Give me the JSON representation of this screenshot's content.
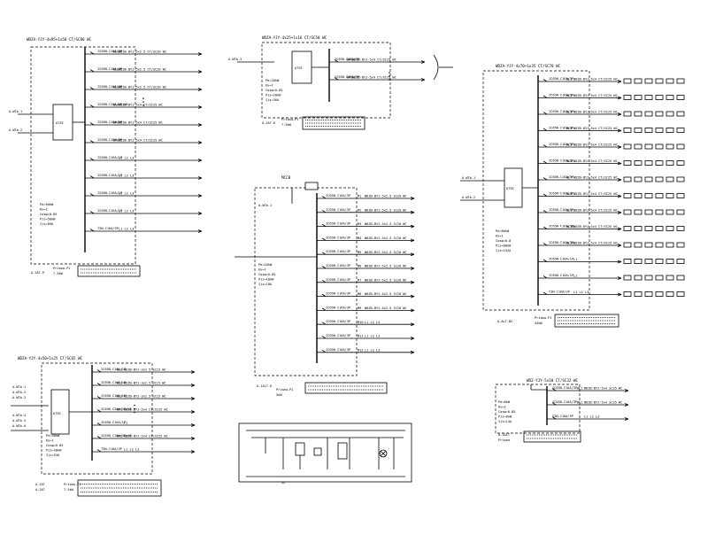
{
  "panels": [
    {
      "id": "p1",
      "header": "WDZA-YJY-4x95+1x50 CT/SC80 WC",
      "incoming": [
        "A-WTb-1",
        "A-WTb-2"
      ],
      "breaker_label": "ATSE",
      "params": [
        "Pe=50kW",
        "Kx=1",
        "Cosφ=0.85",
        "Pjs=50kW",
        "Ijs=89A"
      ],
      "footer": [
        "A-1AT-P",
        "Prisma-P1",
        "7.5kW"
      ],
      "note_rows": 2,
      "feeders": [
        {
          "breaker": "IC65N-C16A/3P",
          "code": "WL1",
          "cable": "WDZB-BYJ-5x2.5 CT/SC20 WC"
        },
        {
          "breaker": "IC65N-C16A/3P",
          "code": "WL2",
          "cable": "WDZB-BYJ-5x2.5 CT/SC20 WC"
        },
        {
          "breaker": "IC65N-C16A/3P",
          "code": "WL3",
          "cable": "WDZB-BYJ-5x2.5 CT/SC20 WC"
        },
        {
          "breaker": "IC65N-C20A/3P+VE",
          "code": "WL4",
          "cable": "WDZB-BYJ-5x4 CT/SC25 WC"
        },
        {
          "breaker": "IC65N-C16A/3P",
          "code": "WP1",
          "cable": "WDZB-BYJ-5x4 CT/SC25 WC"
        },
        {
          "breaker": "IC65N-C16A/3P",
          "code": "WP2",
          "cable": "WDZB-BYJ-5x4 CT/SC25 WC"
        },
        {
          "breaker": "IC65N-C16A/1P",
          "code": "",
          "cable": "L1 L2 L3"
        },
        {
          "breaker": "IC65N-C16A/1P",
          "code": "",
          "cable": "L1 L2 L3"
        },
        {
          "breaker": "IC65N-C16A/1P",
          "code": "",
          "cable": "L1 L2 L3"
        },
        {
          "breaker": "IC65N-C16A/1P",
          "code": "",
          "cable": "L1 L2 L3"
        },
        {
          "breaker": "T3N-C16A/3P",
          "code": "",
          "cable": "L1 L2 L3"
        }
      ]
    },
    {
      "id": "p2",
      "header": "WDZA-YJY-4x25+1x16 CT/SC50 WC",
      "incoming": [
        "A-WTb-3"
      ],
      "breaker_label": "ATSE",
      "params": [
        "Pe=20kW",
        "Kx=1",
        "Cosφ=0.85",
        "Pjs=20kW",
        "Ijs=36A"
      ],
      "footer": [
        "A-1AT-K",
        "Prisma-P1",
        "7.5kW"
      ],
      "note_rows": 3,
      "feeders": [
        {
          "breaker": "IC65N-C16A/3P",
          "code": "WP1",
          "cable": "WDZB-BYJ-5x4 CT/SC25 WC"
        },
        {
          "breaker": "IC65N-C16A/3P",
          "code": "WP2",
          "cable": "WDZB-BYJ-5x4 CT/SC25 WC"
        }
      ]
    },
    {
      "id": "p3",
      "header": "WDZA-YJY-4x70+1x35 CT/SC70 WC",
      "incoming": [
        "A-WTb-1",
        "A-WTb-2"
      ],
      "breaker_label": "ATSE",
      "params": [
        "Pe=80kW",
        "Kx=1",
        "Cosφ=0.8",
        "Pjs=80kW",
        "Ijs=152A"
      ],
      "footer": [
        "A-ALT-B2",
        "Prisma-P1",
        "44kW"
      ],
      "note_rows": 3,
      "feeders": [
        {
          "breaker": "IC65N-C16A/3P",
          "code": "WL1",
          "cable": "WDZB-BYJ-5x4 CT/SC25 WC"
        },
        {
          "breaker": "IC65N-C16A/3P",
          "code": "WL2",
          "cable": "WDZB-BYJ-5x4 CT/SC25 WC"
        },
        {
          "breaker": "IC65N-C16A/3P",
          "code": "WL3",
          "cable": "WDZB-BYJ-5x4 CT/SC25 WC"
        },
        {
          "breaker": "IC65N-C16A/3P",
          "code": "WL4",
          "cable": "WDZB-BYJ-5x4 CT/SC25 WC"
        },
        {
          "breaker": "IC65N-C16A/3P",
          "code": "WL5",
          "cable": "WDZB-BYJ-5x4 CT/SC25 WC"
        },
        {
          "breaker": "IC65N-C16A/3P",
          "code": "WL6",
          "cable": "WDZB-BYJ-5x4 CT/SC25 WC"
        },
        {
          "breaker": "IC65N-C16A/3P",
          "code": "WL7",
          "cable": "WDZB-BYJ-5x4 CT/SC25 WC"
        },
        {
          "breaker": "IC65N-C16A/3P",
          "code": "WL8",
          "cable": "WDZB-BYJ-5x4 CT/SC25 WC"
        },
        {
          "breaker": "IC65N-C16A/3P",
          "code": "WL9",
          "cable": "WDZB-BYJ-5x4 CT/SC25 WC"
        },
        {
          "breaker": "IC65N-C16A/3P",
          "code": "WL10",
          "cable": "WDZB-BYJ-5x4 CT/SC25 WC"
        },
        {
          "breaker": "IC65N-C16A/3P",
          "code": "WL11",
          "cable": "WDZB-BYJ-5x4 CT/SC25 WC"
        },
        {
          "breaker": "IC65N-C16A/1P",
          "code": "",
          "cable": "L1"
        },
        {
          "breaker": "IC65N-C16A/1P",
          "code": "",
          "cable": "L1"
        },
        {
          "breaker": "T3N-C16A/3P",
          "code": "",
          "cable": "L1 L2 L3"
        }
      ]
    },
    {
      "id": "p4",
      "header": "WDZA-YJY-4x50+1x25 CT/SC65 WC",
      "incoming": [
        "A-WTb-1",
        "A-WTb-2",
        "A-WTb-3",
        "A-WTb-4",
        "A-WTb-5",
        "A-WTb-6"
      ],
      "breaker_label": "ATSE",
      "params": [
        "Pe=30kW",
        "Kx=1",
        "Cosφ=0.85",
        "Pjs=30kW",
        "Ijs=53A"
      ],
      "footer": [
        "A-1AT",
        "A-2AT",
        "Prisma-P1",
        "7.5kW"
      ],
      "note_rows": 3,
      "feeders": [
        {
          "breaker": "IC65N-C16A/1P",
          "code": "WL1",
          "cable": "WDZB-BYJ-3x2.5 SC15 WC"
        },
        {
          "breaker": "IC65N-C16A/1P",
          "code": "WL2",
          "cable": "WDZB-BYJ-3x2.5 SC15 WC"
        },
        {
          "breaker": "IC65N-C16A/1P",
          "code": "WL3",
          "cable": "WDZB-BYJ-3x2.5 SC15 WC"
        },
        {
          "breaker": "IC65N-C20A/3P+VE",
          "code": "WP1",
          "cable": "WDZB-BYJ-5x4 CT/SC25 WC"
        },
        {
          "breaker": "IC65N-C16A/1P",
          "code": "",
          "cable": "L1"
        },
        {
          "breaker": "IC65N-C16A/3P+VE",
          "code": "WP2",
          "cable": "WDZB-BYJ-5x4 CT/SC25 WC"
        },
        {
          "breaker": "T3N-C16A/3P",
          "code": "",
          "cable": "L1 L2 L3"
        }
      ]
    },
    {
      "id": "p5",
      "header": "MCCB",
      "incoming": [
        "A-WTb-1"
      ],
      "breaker_label": "",
      "params": [
        "Pe=10kW",
        "Kx=1",
        "Cosφ=0.85",
        "Pjs=10kW",
        "Ijs=18A"
      ],
      "footer": [
        "A-1ALT-K",
        "Prisma-P1",
        "5kW"
      ],
      "note_rows": 2,
      "feeders": [
        {
          "breaker": "IC65N-C16A/3P",
          "code": "M1",
          "cable": "WDZB-BYJ-5x2.5 SC20 WC"
        },
        {
          "breaker": "IC65N-C16A/3P",
          "code": "M2",
          "cable": "WDZB-BYJ-5x2.5 SC20 WC"
        },
        {
          "breaker": "IC65N-C16A/3P",
          "code": "M3",
          "cable": "WDZB-BYJ-5x2.5 SC20 WC"
        },
        {
          "breaker": "IC65N-C16A/3P",
          "code": "M4",
          "cable": "WDZB-BYJ-5x2.5 SC20 WC"
        },
        {
          "breaker": "IC65N-C16A/3P",
          "code": "M5",
          "cable": "WDZB-BYJ-5x2.5 SC20 WC"
        },
        {
          "breaker": "IC65N-C16A/3P",
          "code": "M6",
          "cable": "WDZB-BYJ-5x2.5 SC20 WC"
        },
        {
          "breaker": "IC65N-C16A/3P",
          "code": "M7",
          "cable": "WDZB-BYJ-5x2.5 SC20 WC"
        },
        {
          "breaker": "IC65N-C16A/3P",
          "code": "M8",
          "cable": "WDZB-BYJ-5x2.5 SC20 WC"
        },
        {
          "breaker": "IC65N-C16A/3P",
          "code": "M9",
          "cable": "WDZB-BYJ-5x2.5 SC20 WC"
        },
        {
          "breaker": "IC65N-C16A/3P",
          "code": "M10",
          "cable": "L1 L2 L3"
        },
        {
          "breaker": "IC65N-C16A/3P",
          "code": "M11",
          "cable": "L1 L2 L3"
        },
        {
          "breaker": "IC65N-C16A/3P",
          "code": "M12",
          "cable": "L1 L2 L3"
        }
      ]
    },
    {
      "id": "p6",
      "header": "WDZ-YJY-5x10 CT/SC32 WC",
      "incoming": [],
      "breaker_label": "",
      "params": [
        "Pe=8kW",
        "Kx=1",
        "Cosφ=0.85",
        "Pjs=8kW",
        "Ijs=14A"
      ],
      "footer": [
        "A-1ALT",
        "Prisma"
      ],
      "note_rows": 2,
      "feeders": [
        {
          "breaker": "IC65N-C16A/3P",
          "code": "WL1",
          "cable": "WDZB-BYJ-5x4 SC25 WC"
        },
        {
          "breaker": "IC65N-C16A/3P",
          "code": "WL2",
          "cable": "WDZB-BYJ-5x4 SC25 WC"
        },
        {
          "breaker": "T3N-C16A/3P",
          "code": "",
          "cable": "L1 L2 L3"
        }
      ]
    }
  ],
  "control_diagram": {
    "caption": "XX"
  }
}
